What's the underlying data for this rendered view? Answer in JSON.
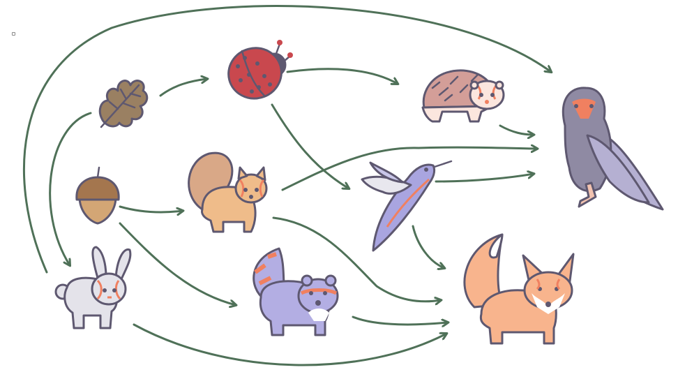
{
  "diagram": {
    "type": "food-web",
    "organisms": [
      {
        "id": "oak-leaf",
        "icon": "oak-leaf-icon"
      },
      {
        "id": "acorn",
        "icon": "acorn-icon"
      },
      {
        "id": "ladybug",
        "icon": "ladybug-icon"
      },
      {
        "id": "rabbit",
        "icon": "rabbit-icon"
      },
      {
        "id": "squirrel",
        "icon": "squirrel-icon"
      },
      {
        "id": "raccoon",
        "icon": "raccoon-icon"
      },
      {
        "id": "hedgehog",
        "icon": "hedgehog-icon"
      },
      {
        "id": "hummingbird",
        "icon": "hummingbird-icon"
      },
      {
        "id": "eagle",
        "icon": "eagle-icon"
      },
      {
        "id": "fox",
        "icon": "fox-icon"
      }
    ],
    "edges": [
      {
        "from": "oak-leaf",
        "to": "ladybug"
      },
      {
        "from": "oak-leaf",
        "to": "rabbit"
      },
      {
        "from": "acorn",
        "to": "squirrel"
      },
      {
        "from": "acorn",
        "to": "raccoon"
      },
      {
        "from": "ladybug",
        "to": "hedgehog"
      },
      {
        "from": "ladybug",
        "to": "hummingbird"
      },
      {
        "from": "rabbit",
        "to": "eagle"
      },
      {
        "from": "rabbit",
        "to": "fox"
      },
      {
        "from": "squirrel",
        "to": "eagle"
      },
      {
        "from": "squirrel",
        "to": "fox"
      },
      {
        "from": "hedgehog",
        "to": "eagle"
      },
      {
        "from": "hummingbird",
        "to": "eagle"
      },
      {
        "from": "hummingbird",
        "to": "fox"
      },
      {
        "from": "raccoon",
        "to": "fox"
      }
    ],
    "colors": {
      "arrow": "#4f7158",
      "outline": "#5e5870",
      "leaf": "#9a8062",
      "acorn_cap": "#a4764e",
      "acorn_nut": "#d3a675",
      "ladybug": "#c9484e",
      "rabbit": "#e4e3ea",
      "squirrel": "#efbc8a",
      "raccoon": "#b3aee3",
      "hedgehog": "#d39e98",
      "hummingbird": "#a9a5e0",
      "eagle": "#8f8aa3",
      "fox": "#f8b48d",
      "accent": "#f08060"
    }
  }
}
